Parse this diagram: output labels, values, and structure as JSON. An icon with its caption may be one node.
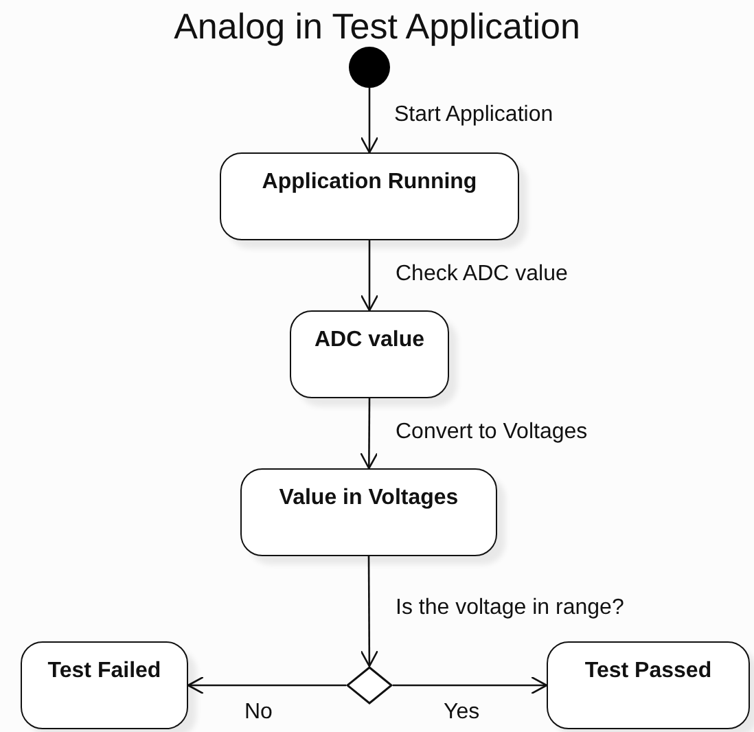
{
  "diagram": {
    "title": "Analog in Test Application",
    "nodes": [
      {
        "text": [],
        "shape": "circle"
      },
      {
        "text": [
          "Application Running"
        ]
      },
      {
        "text": [
          "ADC value"
        ]
      },
      {
        "text": [
          "Value in Voltages"
        ]
      },
      {
        "text": [],
        "shape": "diamond"
      },
      {
        "text": [
          "Test Failed"
        ]
      },
      {
        "text": [
          "Test Passed"
        ]
      }
    ],
    "edges": [
      {
        "from": 0,
        "to": 1,
        "arrow": "to",
        "label": "Start Application"
      },
      {
        "from": 1,
        "to": 2,
        "arrow": "to",
        "label": "Check ADC value"
      },
      {
        "from": 2,
        "to": 3,
        "arrow": "to",
        "label": "Convert to Voltages"
      },
      {
        "from": 3,
        "to": 4,
        "arrow": "to",
        "label": "Is the voltage in range?"
      },
      {
        "from": 4,
        "to": 5,
        "arrow": "to",
        "label": "No"
      },
      {
        "from": 4,
        "to": 6,
        "arrow": "to",
        "label": "Yes"
      }
    ]
  }
}
